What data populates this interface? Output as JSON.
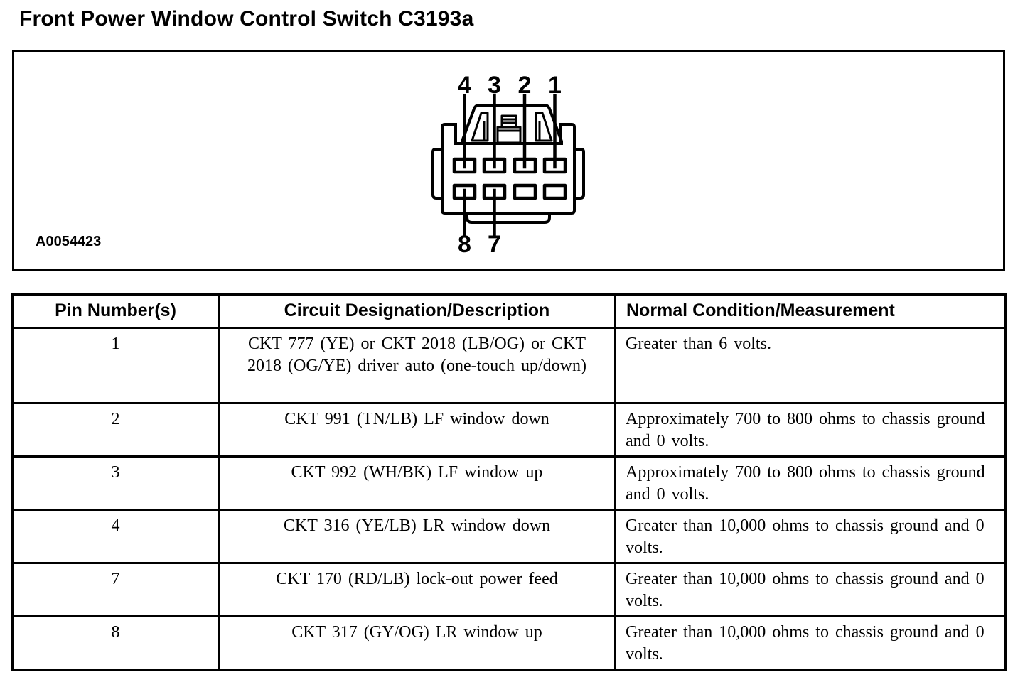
{
  "page": {
    "title": "Front Power Window Control Switch C3193a"
  },
  "figure": {
    "ref_code": "A0054423",
    "connector_name": "8-cavity front power window switch connector",
    "pin_labels_top": [
      "4",
      "3",
      "2",
      "1"
    ],
    "pin_labels_bottom": [
      "8",
      "7"
    ]
  },
  "table": {
    "headers": {
      "pin": "Pin Number(s)",
      "circuit": "Circuit Designation/Description",
      "normal": "Normal Condition/Measurement"
    },
    "rows": [
      {
        "pin": "1",
        "circuit": "CKT 777 (YE) or CKT 2018 (LB/OG) or CKT 2018 (OG/YE) driver auto (one-touch up/down)",
        "normal": "Greater than 6 volts."
      },
      {
        "pin": "2",
        "circuit": "CKT 991 (TN/LB) LF window down",
        "normal": "Approximately 700 to 800 ohms to chassis ground and 0 volts."
      },
      {
        "pin": "3",
        "circuit": "CKT 992 (WH/BK) LF window up",
        "normal": "Approximately 700 to 800 ohms to chassis ground and 0 volts."
      },
      {
        "pin": "4",
        "circuit": "CKT 316 (YE/LB) LR window down",
        "normal": "Greater than 10,000 ohms to chassis ground and 0 volts."
      },
      {
        "pin": "7",
        "circuit": "CKT 170 (RD/LB) lock-out power feed",
        "normal": "Greater than 10,000 ohms to chassis ground and 0 volts."
      },
      {
        "pin": "8",
        "circuit": "CKT 317 (GY/OG) LR window up",
        "normal": "Greater than 10,000 ohms to chassis ground and 0 volts."
      }
    ]
  },
  "colors": {
    "ink": "#000000",
    "paper": "#ffffff"
  }
}
